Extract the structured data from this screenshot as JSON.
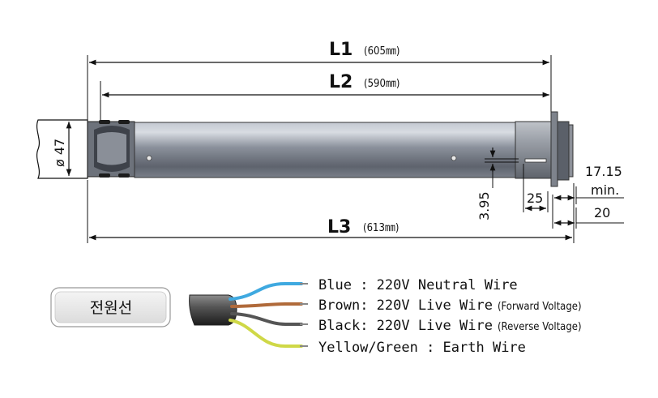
{
  "dimensions": {
    "l1": {
      "label": "L1",
      "value": "(605㎜)"
    },
    "l2": {
      "label": "L2",
      "value": "(590㎜)"
    },
    "l3": {
      "label": "L3",
      "value": "(613㎜)"
    },
    "diameter": "ø 47",
    "pin_offset": "3.95",
    "slot_length": "25",
    "clearance": "17.15",
    "clearance_note": "min.",
    "flange": "20"
  },
  "power_cable": {
    "badge": "전원선",
    "wires": [
      {
        "color_name": "Blue",
        "sep": " : ",
        "desc": "220V Neutral Wire",
        "note": "",
        "color": "#3fa9e0"
      },
      {
        "color_name": "Brown",
        "sep": ": ",
        "desc": "220V Live Wire",
        "note": "(Forward Voltage)",
        "color": "#b06a3a"
      },
      {
        "color_name": "Black",
        "sep": ": ",
        "desc": "220V Live Wire",
        "note": "(Reverse Voltage)",
        "color": "#333333"
      },
      {
        "color_name": "Yellow/Green",
        "sep": " : ",
        "desc": "Earth Wire",
        "note": "",
        "color": "#9bbf3c"
      }
    ]
  },
  "colors": {
    "tube": "#8a909c",
    "line": "#111111",
    "badge_bg": "#e9e9e9"
  }
}
